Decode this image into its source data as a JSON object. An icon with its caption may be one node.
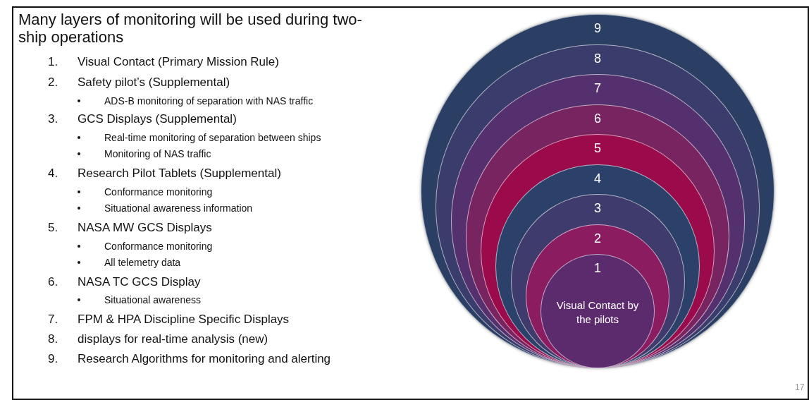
{
  "diagram": {
    "title": "Many layers of monitoring will be used during two-ship operations",
    "nodes": [
      {
        "text": [
          "9"
        ]
      },
      {
        "text": [
          "8"
        ],
        "in": 0
      },
      {
        "text": [
          "7"
        ],
        "in": 1
      },
      {
        "text": [
          "6"
        ],
        "in": 2
      },
      {
        "text": [
          "5"
        ],
        "in": 3
      },
      {
        "text": [
          "4"
        ],
        "in": 4
      },
      {
        "text": [
          "3"
        ],
        "in": 5
      },
      {
        "text": [
          "2"
        ],
        "in": 6
      },
      {
        "text": [
          "1",
          "Visual Contact by the pilots"
        ],
        "in": 7
      }
    ],
    "labels": [
      "1.",
      "Visual Contact (Primary Mission Rule)",
      "2.",
      "Safety pilot’s (Supplemental)",
      "ADS-B monitoring of separation with NAS traffic",
      "3.",
      "GCS Displays (Supplemental)",
      "Real-time monitoring of separation between ships",
      "Monitoring of NAS traffic",
      "4.",
      "Research Pilot Tablets (Supplemental)",
      "Conformance monitoring",
      "Situational awareness information",
      "5.",
      "NASA MW GCS Displays",
      "Conformance monitoring",
      "All telemetry data",
      "6.",
      "NASA TC GCS Display",
      "Situational awareness",
      "7.",
      "FPM & HPA Discipline Specific Displays",
      "8.",
      "displays for real-time analysis (new)",
      "9.",
      "Research Algorithms for monitoring and alerting",
      "17"
    ]
  }
}
